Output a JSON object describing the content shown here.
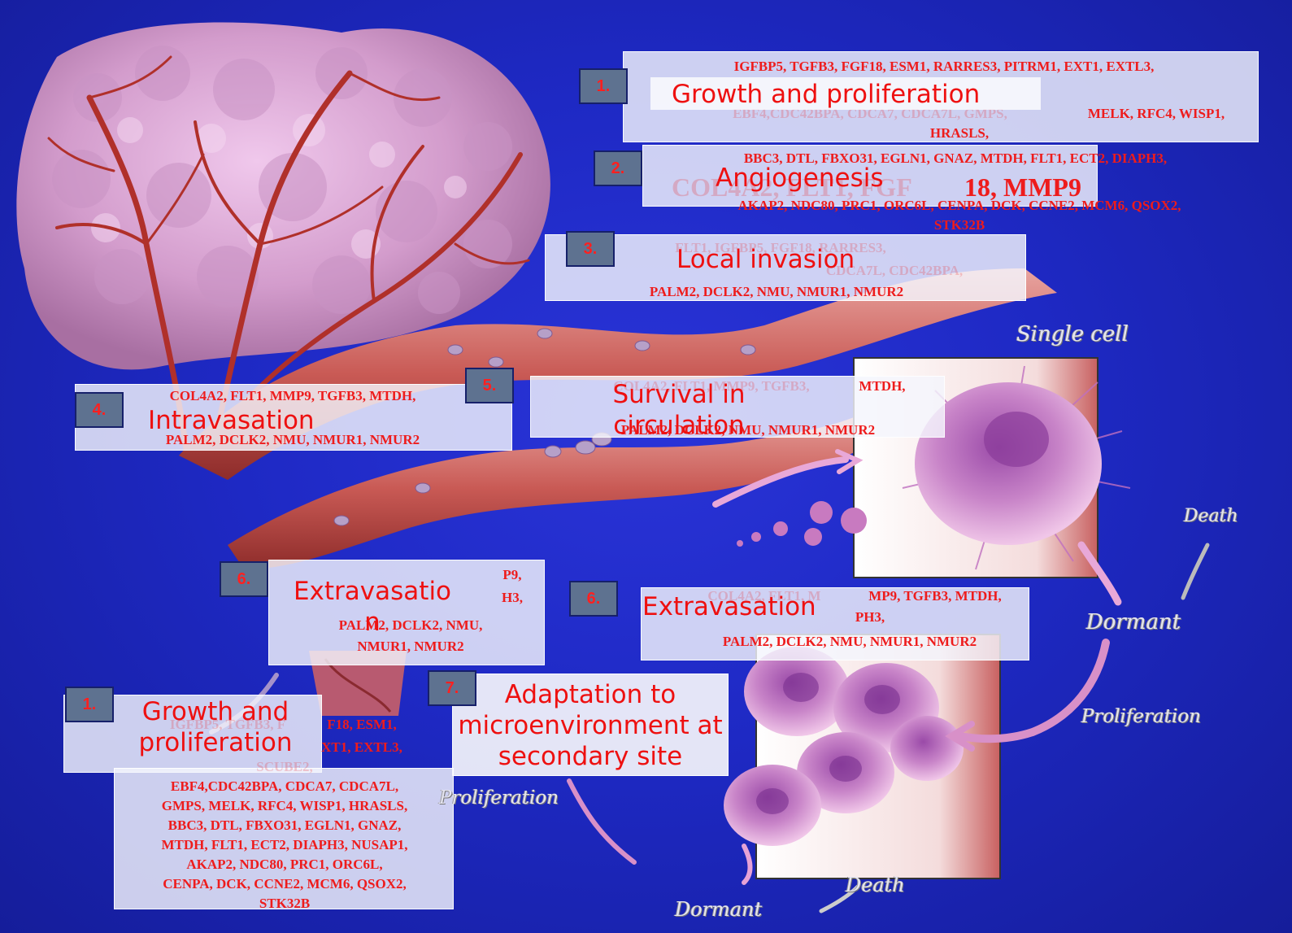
{
  "steps": {
    "s1_top": {
      "number": "1.",
      "title": "Growth and proliferation",
      "genes_line1": "IGFBP5, TGFB3, FGF18, ESM1, RARRES3, PITRM1, EXT1, EXTL3,",
      "genes_line2_ghost": "EBF4,CDC42BPA, CDCA7, CDCA7L, GMPS,",
      "genes_line2": "MELK, RFC4, WISP1,",
      "genes_line3": "HRASLS,"
    },
    "s2": {
      "number": "2.",
      "title": "Angiogenesis",
      "genes_line1": "BBC3, DTL, FBXO31, EGLN1, GNAZ, MTDH, FLT1, ECT2, DIAPH3,",
      "genes_big_ghost": "COL4A2, FLT1, FGF",
      "genes_big": "18, MMP9",
      "genes_line2": "AKAP2, NDC80, PRC1, ORC6L, CENPA, DCK, CCNE2, MCM6, QSOX2,",
      "genes_line3": "STK32B"
    },
    "s3": {
      "number": "3.",
      "title": "Local invasion",
      "genes_ghost1": "FLT1, IGFBP5, FGF18, RARRES3,",
      "genes_ghost2": "CDCA7L, CDC42BPA,",
      "genes_line": "PALM2, DCLK2, NMU, NMUR1, NMUR2"
    },
    "s4": {
      "number": "4.",
      "title": "Intravasation",
      "genes_line1": "COL4A2, FLT1, MMP9, TGFB3, MTDH,",
      "genes_line2": "PALM2, DCLK2, NMU, NMUR1, NMUR2"
    },
    "s5": {
      "number": "5.",
      "title": "Survival in circulation",
      "genes_ghost": "COL4A2, FLT1, MMP9, TGFB3,",
      "genes_line1": "MTDH,",
      "genes_line2": "PALM2, DCLK2, NMU, NMUR1, NMUR2"
    },
    "s6_left": {
      "number": "6.",
      "title": "Extravasation",
      "genes_line1": "P9,",
      "genes_line2": "H3,",
      "genes_line3": "PALM2, DCLK2, NMU,",
      "genes_line4": "NMUR1, NMUR2"
    },
    "s6_right": {
      "number": "6.",
      "title": "Extravasation",
      "genes_ghost": "COL4A2, FLT1, M",
      "genes_line1": "MP9, TGFB3, MTDH,",
      "genes_line2": "PH3,",
      "genes_line3": "PALM2, DCLK2, NMU, NMUR1, NMUR2"
    },
    "s7": {
      "number": "7.",
      "title": "Adaptation to microenvironment at secondary site"
    },
    "s1_bottom": {
      "number": "1.",
      "title": "Growth and proliferation",
      "genes_ghost1": "IGFBP5, TGFB3, F",
      "genes_line1": "F18, ESM1,",
      "genes_line2": "XT1, EXTL3,",
      "genes_ghost3": "SCUBE2,",
      "genes_list": [
        "EBF4,CDC42BPA, CDCA7, CDCA7L,",
        "GMPS, MELK, RFC4, WISP1, HRASLS,",
        "BBC3, DTL, FBXO31, EGLN1, GNAZ,",
        "MTDH, FLT1, ECT2, DIAPH3, NUSAP1,",
        "AKAP2, NDC80, PRC1, ORC6L,",
        "CENPA, DCK, CCNE2, MCM6, QSOX2,",
        "STK32B"
      ]
    }
  },
  "labels": {
    "single_cell": "Single cell",
    "death_top": "Death",
    "dormant_right": "Dormant",
    "proliferation_right": "Proliferation",
    "proliferation_left": "Proliferation",
    "death_bottom": "Death",
    "dormant_bottom": "Dormant"
  },
  "colors": {
    "background": "#1e29c4",
    "gene_text": "#ee1c1c",
    "number_box": "#5e7290",
    "tumor": "#d9a3d1",
    "vessel": "#c94a45"
  }
}
